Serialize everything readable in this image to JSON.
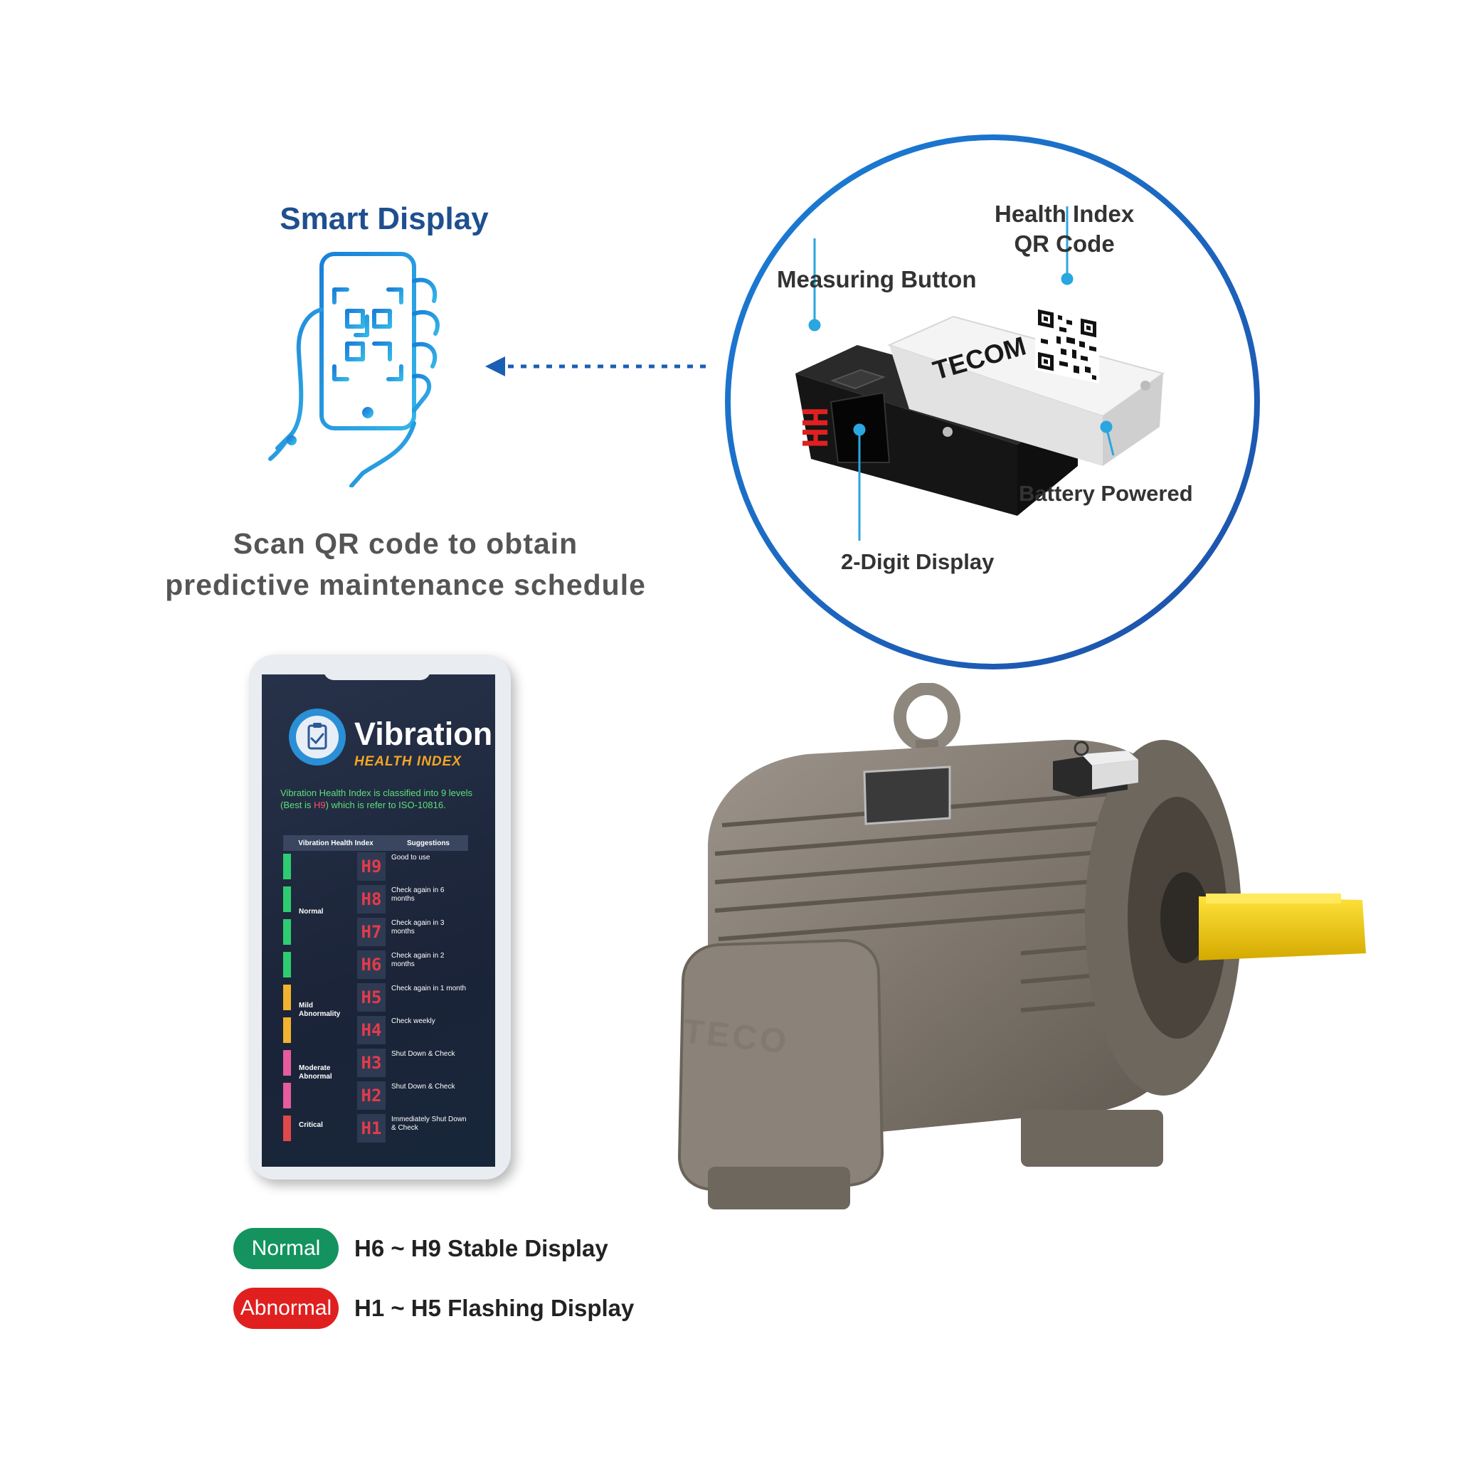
{
  "smart_display": {
    "title": "Smart Display",
    "scan_text_line1": "Scan QR code to obtain",
    "scan_text_line2": "predictive maintenance schedule"
  },
  "sensor": {
    "brand": "TECOM",
    "display_reading": "HH",
    "callouts": {
      "health_index_line1": "Health Index",
      "health_index_line2": "QR Code",
      "measuring_button": "Measuring Button",
      "battery_powered": "Battery Powered",
      "two_digit_display": "2-Digit Display"
    }
  },
  "motor": {
    "brand": "TECO"
  },
  "app": {
    "title": "Vibration",
    "subtitle": "HEALTH INDEX",
    "desc_part1": "Vibration Health Index is classified into 9 levels (Best is ",
    "desc_highlight": "H9",
    "desc_part2": ") which is refer to ISO-10816.",
    "table_headers": [
      "Vibration Health Index",
      "Suggestions"
    ],
    "rows": [
      {
        "code": "H9",
        "suggestion": "Good to use",
        "color": "#2ecc71"
      },
      {
        "code": "H8",
        "suggestion": "Check again in 6 months",
        "color": "#2ecc71"
      },
      {
        "code": "H7",
        "suggestion": "Check again in 3 months",
        "color": "#2ecc71"
      },
      {
        "code": "H6",
        "suggestion": "Check again in 2 months",
        "color": "#2ecc71"
      },
      {
        "code": "H5",
        "suggestion": "Check again in 1 month",
        "color": "#f1b330"
      },
      {
        "code": "H4",
        "suggestion": "Check weekly",
        "color": "#f1b330"
      },
      {
        "code": "H3",
        "suggestion": "Shut Down & Check",
        "color": "#e65c9c"
      },
      {
        "code": "H2",
        "suggestion": "Shut Down & Check",
        "color": "#e65c9c"
      },
      {
        "code": "H1",
        "suggestion": "Immediately Shut Down & Check",
        "color": "#e0484b"
      }
    ],
    "groups": {
      "normal": "Normal",
      "mild": "Mild Abnormality",
      "moderate": "Moderate Abnormal",
      "critical": "Critical"
    }
  },
  "legend": {
    "normal_label": "Normal",
    "normal_text": "H6 ~ H9 Stable Display",
    "normal_color": "#14935f",
    "abnormal_label": "Abnormal",
    "abnormal_text": "H1 ~ H5 Flashing Display",
    "abnormal_color": "#e0201f"
  }
}
